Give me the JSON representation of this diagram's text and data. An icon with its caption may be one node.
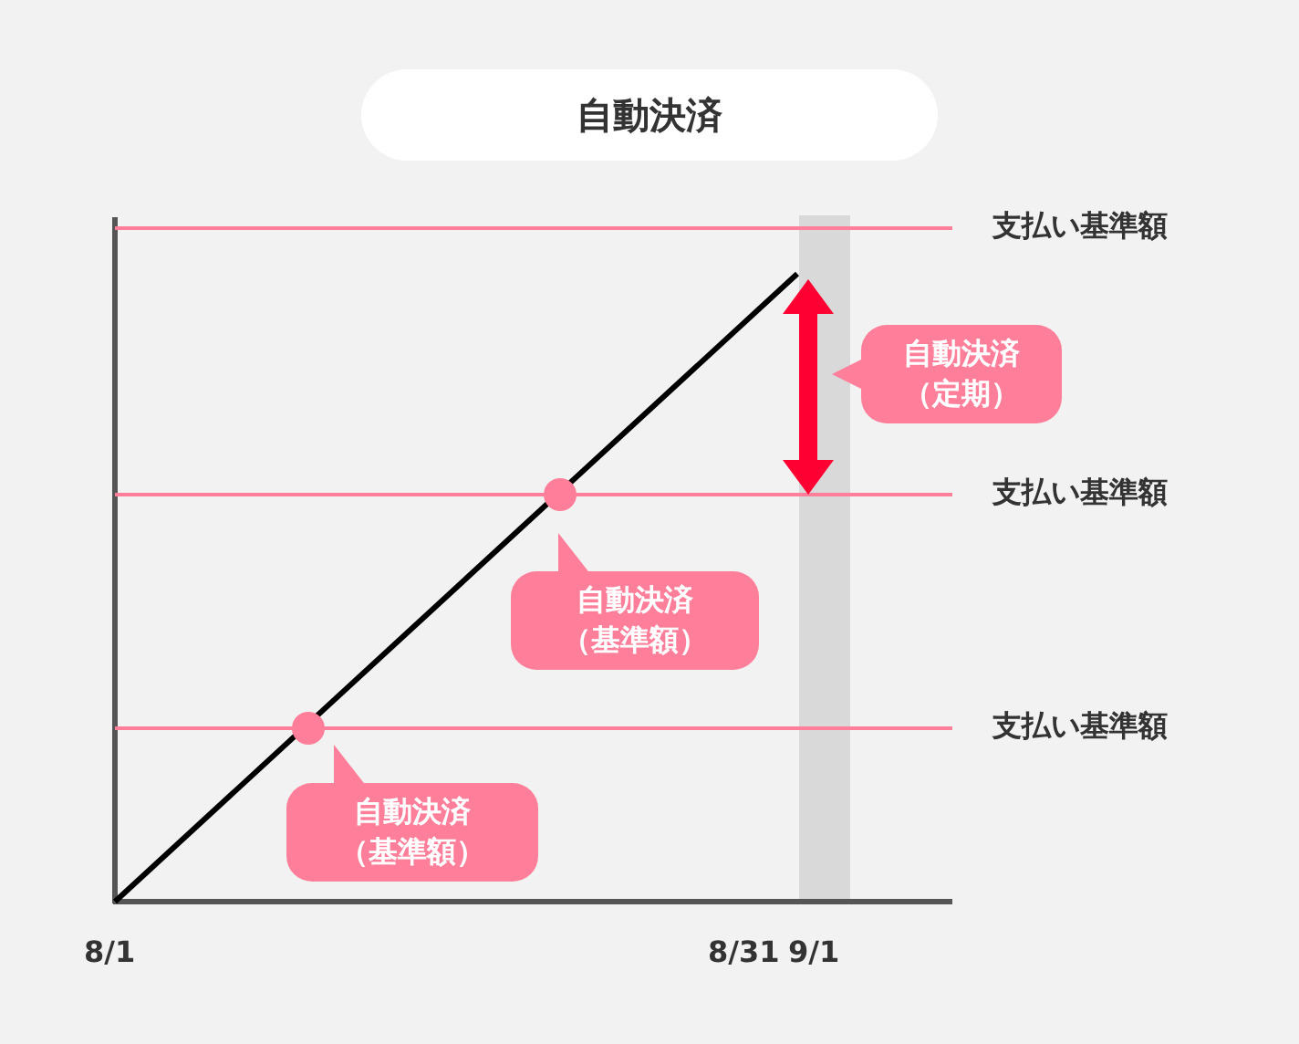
{
  "diagram": {
    "nodes": [
      {
        "text": [
          "自動決済"
        ]
      },
      {
        "text": [
          "自動決済（定期）"
        ]
      },
      {
        "text": [
          "自動決済（基準額）"
        ]
      },
      {
        "text": [
          "自動決済（基準額）"
        ]
      }
    ],
    "labels": [
      "支払い基準額",
      "支払い基準額",
      "支払い基準額",
      "8/1",
      "8/31",
      "9/1"
    ]
  }
}
